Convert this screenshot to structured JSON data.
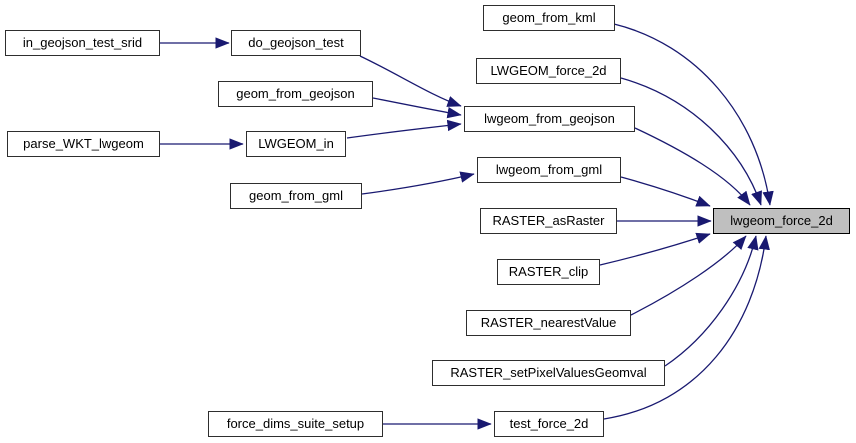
{
  "diagram": {
    "type": "caller-graph",
    "target_function": "lwgeom_force_2d",
    "colors": {
      "edge": "#191970",
      "node_fill": "#ffffff",
      "node_border": "#2e2e2e",
      "target_fill": "#bfbfbf",
      "target_border": "#000000",
      "text": "#000000",
      "background": "#ffffff"
    },
    "nodes": [
      {
        "id": "geom_from_kml",
        "label": "geom_from_kml"
      },
      {
        "id": "in_geojson_test_srid",
        "label": "in_geojson_test_srid"
      },
      {
        "id": "do_geojson_test",
        "label": "do_geojson_test"
      },
      {
        "id": "LWGEOM_force_2d",
        "label": "LWGEOM_force_2d"
      },
      {
        "id": "geom_from_geojson",
        "label": "geom_from_geojson"
      },
      {
        "id": "lwgeom_from_geojson",
        "label": "lwgeom_from_geojson"
      },
      {
        "id": "parse_WKT_lwgeom",
        "label": "parse_WKT_lwgeom"
      },
      {
        "id": "LWGEOM_in",
        "label": "LWGEOM_in"
      },
      {
        "id": "lwgeom_from_gml",
        "label": "lwgeom_from_gml"
      },
      {
        "id": "geom_from_gml",
        "label": "geom_from_gml"
      },
      {
        "id": "RASTER_asRaster",
        "label": "RASTER_asRaster"
      },
      {
        "id": "lwgeom_force_2d",
        "label": "lwgeom_force_2d"
      },
      {
        "id": "RASTER_clip",
        "label": "RASTER_clip"
      },
      {
        "id": "RASTER_nearestValue",
        "label": "RASTER_nearestValue"
      },
      {
        "id": "RASTER_setPixelValuesGeomval",
        "label": "RASTER_setPixelValuesGeomval"
      },
      {
        "id": "force_dims_suite_setup",
        "label": "force_dims_suite_setup"
      },
      {
        "id": "test_force_2d",
        "label": "test_force_2d"
      }
    ],
    "edges": [
      {
        "from": "in_geojson_test_srid",
        "to": "do_geojson_test"
      },
      {
        "from": "parse_WKT_lwgeom",
        "to": "LWGEOM_in"
      },
      {
        "from": "do_geojson_test",
        "to": "lwgeom_from_geojson"
      },
      {
        "from": "geom_from_geojson",
        "to": "lwgeom_from_geojson"
      },
      {
        "from": "LWGEOM_in",
        "to": "lwgeom_from_geojson"
      },
      {
        "from": "geom_from_gml",
        "to": "lwgeom_from_gml"
      },
      {
        "from": "geom_from_kml",
        "to": "lwgeom_force_2d"
      },
      {
        "from": "LWGEOM_force_2d",
        "to": "lwgeom_force_2d"
      },
      {
        "from": "lwgeom_from_geojson",
        "to": "lwgeom_force_2d"
      },
      {
        "from": "lwgeom_from_gml",
        "to": "lwgeom_force_2d"
      },
      {
        "from": "RASTER_asRaster",
        "to": "lwgeom_force_2d"
      },
      {
        "from": "RASTER_clip",
        "to": "lwgeom_force_2d"
      },
      {
        "from": "RASTER_nearestValue",
        "to": "lwgeom_force_2d"
      },
      {
        "from": "RASTER_setPixelValuesGeomval",
        "to": "lwgeom_force_2d"
      },
      {
        "from": "test_force_2d",
        "to": "lwgeom_force_2d"
      },
      {
        "from": "force_dims_suite_setup",
        "to": "test_force_2d"
      }
    ]
  }
}
